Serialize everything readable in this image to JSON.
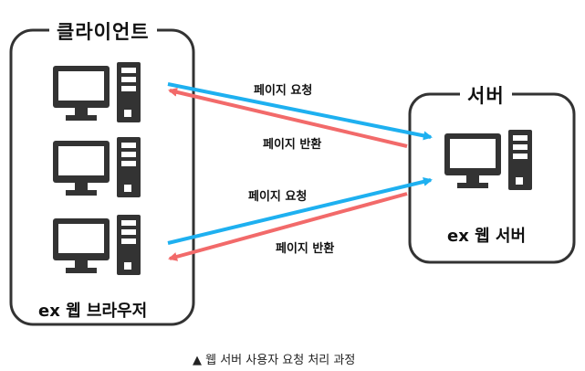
{
  "client": {
    "title": "클라이언트",
    "name": "ex 웹 브라우저"
  },
  "server": {
    "title": "서버",
    "name": "ex 웹 서버"
  },
  "arrows": [
    {
      "label": "페이지 요청",
      "direction": "client-to-server",
      "color": "#1EB0F0"
    },
    {
      "label": "페이지 반환",
      "direction": "server-to-client",
      "color": "#F26A6A"
    },
    {
      "label": "페이지 요청",
      "direction": "client-to-server",
      "color": "#1EB0F0"
    },
    {
      "label": "페이지 반환",
      "direction": "server-to-client",
      "color": "#F26A6A"
    }
  ],
  "caption": "▲ 웹 서버 사용자 요청 처리 과정",
  "colors": {
    "box_border": "#333333",
    "computer": "#333333",
    "request": "#1EB0F0",
    "response": "#F26A6A"
  }
}
